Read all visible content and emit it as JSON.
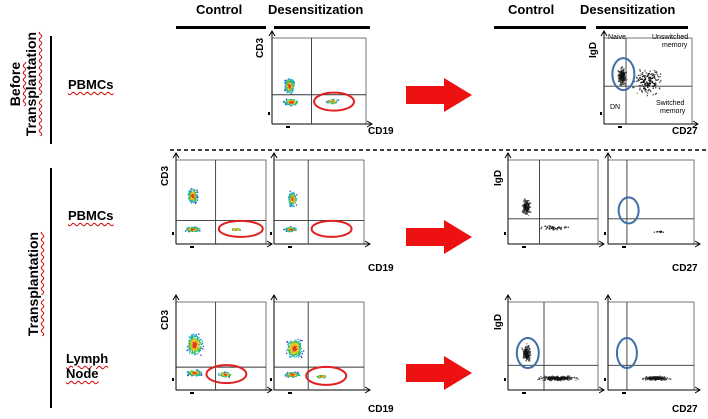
{
  "headers": {
    "left_control": "Control",
    "left_desens": "Desensitization",
    "right_control": "Control",
    "right_desens": "Desensitization"
  },
  "side_labels": {
    "before": [
      "Before",
      "Transplantation"
    ],
    "after": "Transplantation"
  },
  "row_labels": {
    "pbmc_top": "PBMCs",
    "pbmc_mid": "PBMCs",
    "lymph_line1": "Lymph",
    "lymph_line2": "Node"
  },
  "axes": {
    "cd3": "CD3",
    "cd19": "CD19",
    "igd": "IgD",
    "cd27": "CD27"
  },
  "quadrants": {
    "naive": "Naive",
    "unswitched_1": "Unswitched",
    "unswitched_2": "memory",
    "dn": "DN",
    "switched_1": "Switched",
    "switched_2": "memory"
  },
  "colors": {
    "gate_red": "#e02020",
    "gate_blue": "#3f6fa6",
    "arrow_red": "#ee1111"
  }
}
